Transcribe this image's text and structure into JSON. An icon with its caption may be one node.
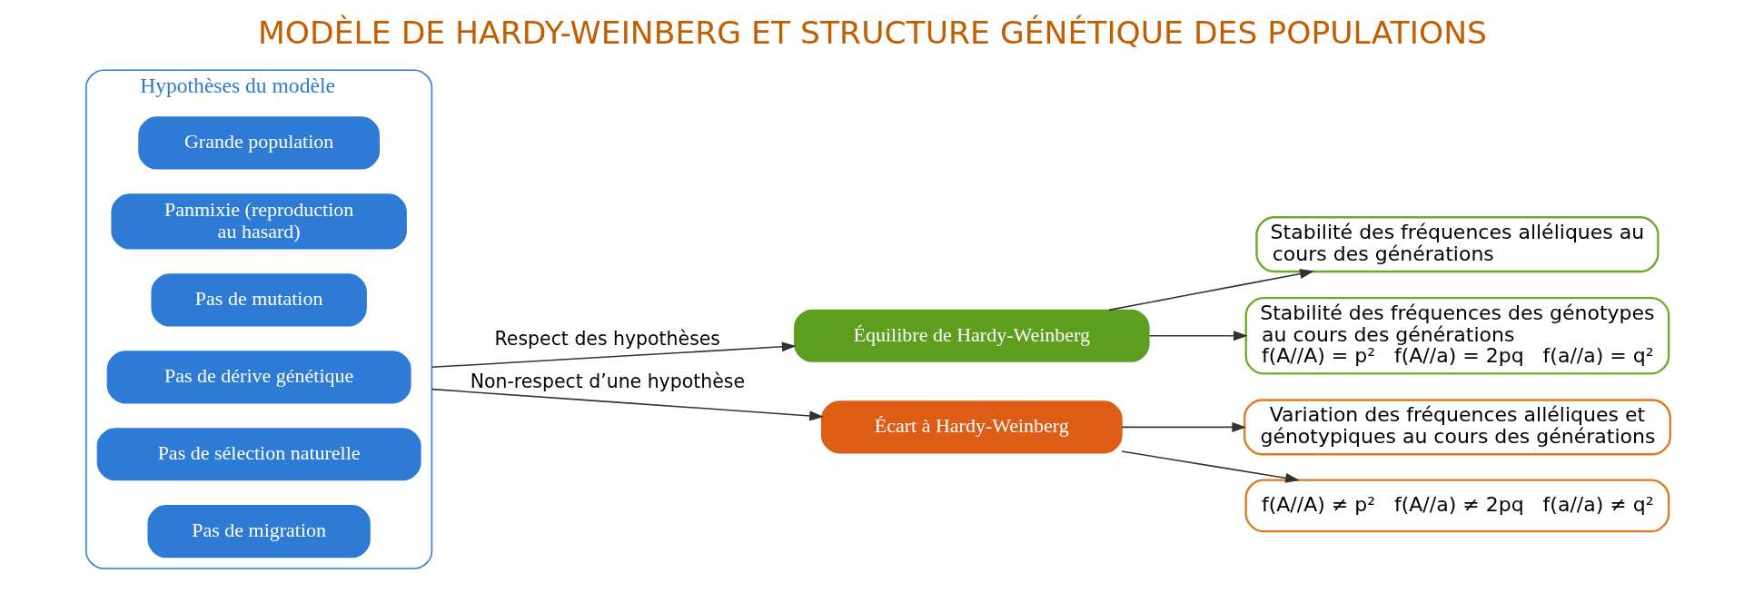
{
  "diagram": {
    "title": "MODÈLE DE HARDY-WEINBERG ET STRUCTURE GÉNÉTIQUE DES POPULATIONS",
    "nodes": [
      {
        "text": [
          "Hypothèses du modèle"
        ]
      },
      {
        "text": [
          "Grande population"
        ],
        "in": 0
      },
      {
        "text": [
          "Panmixie (reproduction au hasard)"
        ],
        "in": 0
      },
      {
        "text": [
          "Pas de mutation"
        ],
        "in": 0
      },
      {
        "text": [
          "Pas de dérive génétique"
        ],
        "in": 0
      },
      {
        "text": [
          "Pas de sélection naturelle"
        ],
        "in": 0
      },
      {
        "text": [
          "Pas de migration"
        ],
        "in": 0
      },
      {
        "text": [
          "Équilibre de Hardy-Weinberg"
        ]
      },
      {
        "text": [
          "Écart à Hardy-Weinberg"
        ]
      },
      {
        "text": [
          "Stabilité des fréquences alléliques au cours des générations"
        ]
      },
      {
        "text": [
          "Stabilité des fréquences des génotypes au cours des générations",
          "f(A//A) = p²   f(A//a) = 2pq   f(a//a) = q²"
        ]
      },
      {
        "text": [
          "Variation des fréquences alléliques et génotypiques au cours des générations"
        ]
      },
      {
        "text": [
          "f(A//A) ≠ p²   f(A//a) ≠ 2pq   f(a//a) ≠ q²"
        ]
      }
    ],
    "edges": [
      {
        "from": 0,
        "to": 7,
        "arrow": "to",
        "label": "Respect des hypothèses"
      },
      {
        "from": 0,
        "to": 8,
        "arrow": "to",
        "label": "Non-respect d’une hypothèse"
      },
      {
        "from": 7,
        "to": 9,
        "arrow": "to"
      },
      {
        "from": 7,
        "to": 10,
        "arrow": "to"
      },
      {
        "from": 8,
        "to": 11,
        "arrow": "to"
      },
      {
        "from": 8,
        "to": 12,
        "arrow": "to"
      }
    ]
  }
}
